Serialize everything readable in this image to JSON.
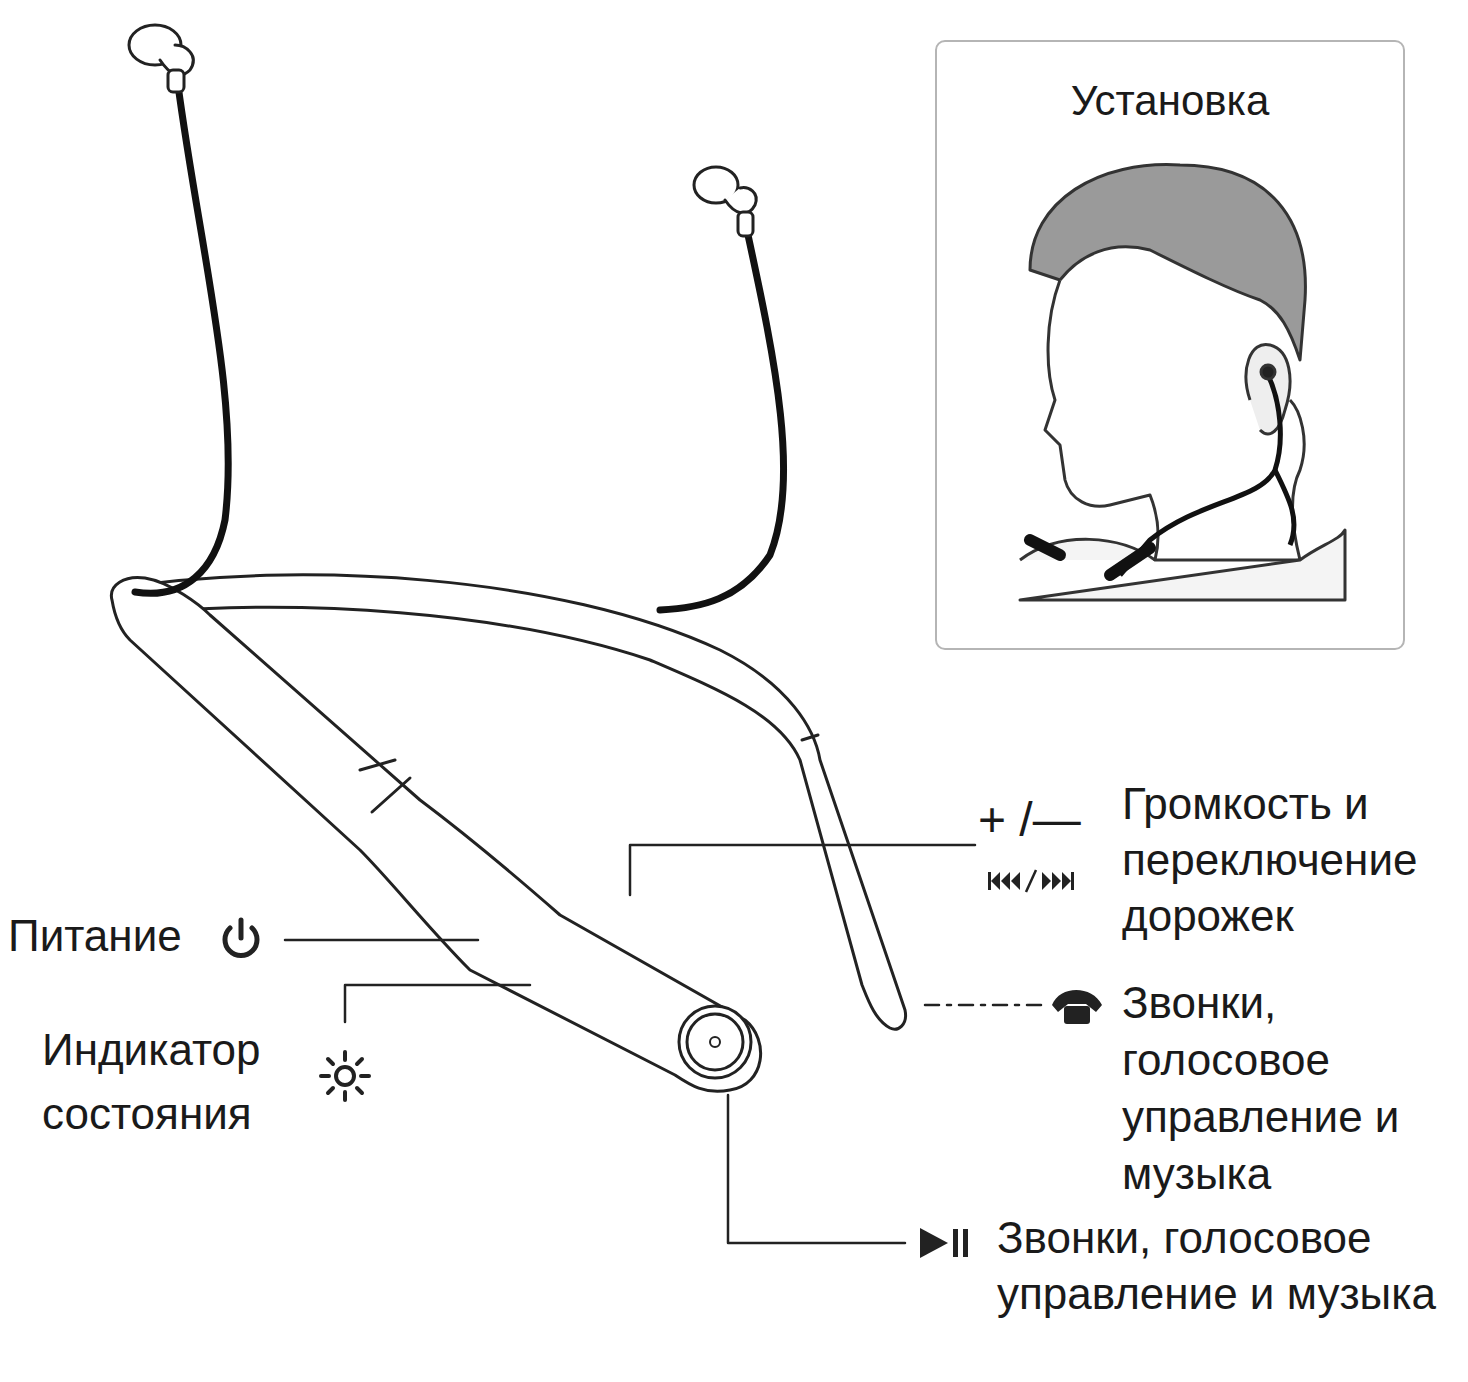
{
  "diagram": {
    "nodes": [
      {
        "text": [
          "Установка"
        ]
      }
    ],
    "labels": [
      "+ /—",
      "Громкость и переключение дорожек",
      "Питание",
      "Индикатор состояния",
      "Звонки, голосовое управление и музыка",
      "Звонки, голосовое управление и музыка"
    ]
  }
}
